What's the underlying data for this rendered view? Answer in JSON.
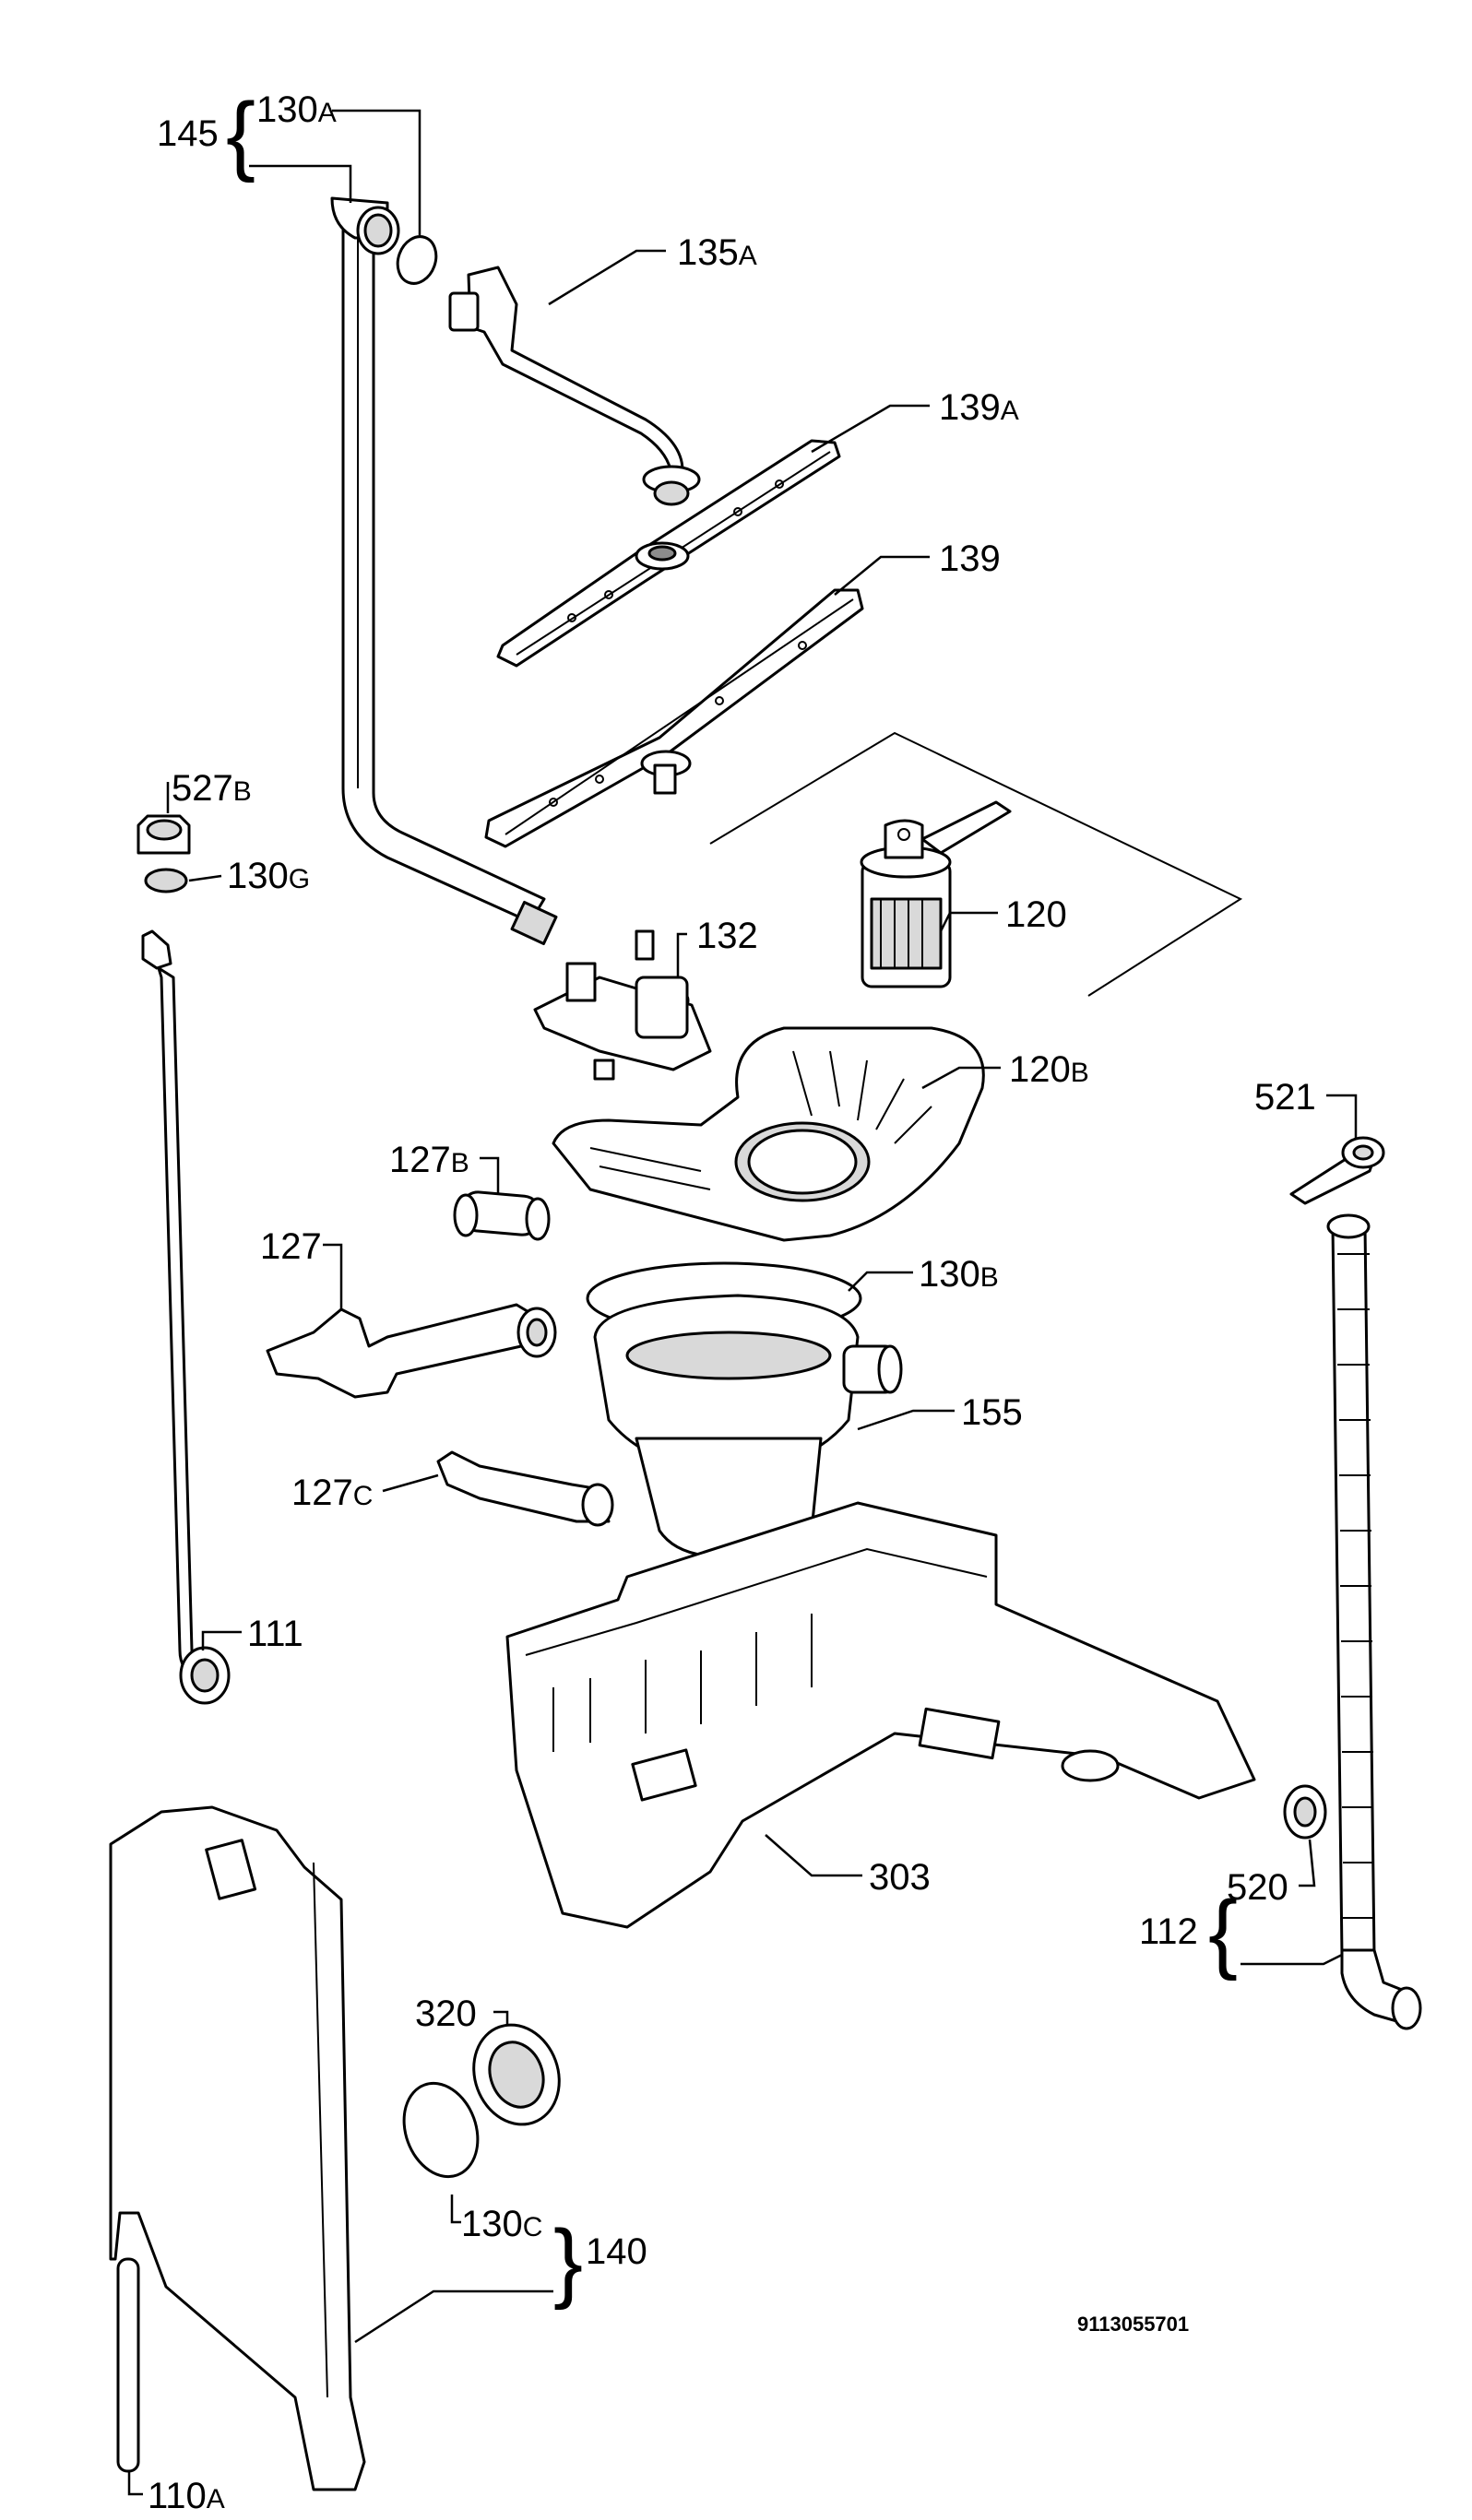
{
  "diagram_code": "9113055701",
  "parts": [
    {
      "id": "145",
      "num": "145",
      "suffix": ""
    },
    {
      "id": "130A",
      "num": "130",
      "suffix": "A"
    },
    {
      "id": "135A",
      "num": "135",
      "suffix": "A"
    },
    {
      "id": "139A",
      "num": "139",
      "suffix": "A"
    },
    {
      "id": "139",
      "num": "139",
      "suffix": ""
    },
    {
      "id": "527B",
      "num": "527",
      "suffix": "B"
    },
    {
      "id": "130G",
      "num": "130",
      "suffix": "G"
    },
    {
      "id": "132",
      "num": "132",
      "suffix": ""
    },
    {
      "id": "120",
      "num": "120",
      "suffix": ""
    },
    {
      "id": "120B",
      "num": "120",
      "suffix": "B"
    },
    {
      "id": "521",
      "num": "521",
      "suffix": ""
    },
    {
      "id": "127B",
      "num": "127",
      "suffix": "B"
    },
    {
      "id": "127",
      "num": "127",
      "suffix": ""
    },
    {
      "id": "130B",
      "num": "130",
      "suffix": "B"
    },
    {
      "id": "155",
      "num": "155",
      "suffix": ""
    },
    {
      "id": "127C",
      "num": "127",
      "suffix": "C"
    },
    {
      "id": "111",
      "num": "111",
      "suffix": ""
    },
    {
      "id": "303",
      "num": "303",
      "suffix": ""
    },
    {
      "id": "112",
      "num": "112",
      "suffix": ""
    },
    {
      "id": "520",
      "num": "520",
      "suffix": ""
    },
    {
      "id": "320",
      "num": "320",
      "suffix": ""
    },
    {
      "id": "130C",
      "num": "130",
      "suffix": "C"
    },
    {
      "id": "140",
      "num": "140",
      "suffix": ""
    },
    {
      "id": "110A",
      "num": "110",
      "suffix": "A"
    }
  ]
}
